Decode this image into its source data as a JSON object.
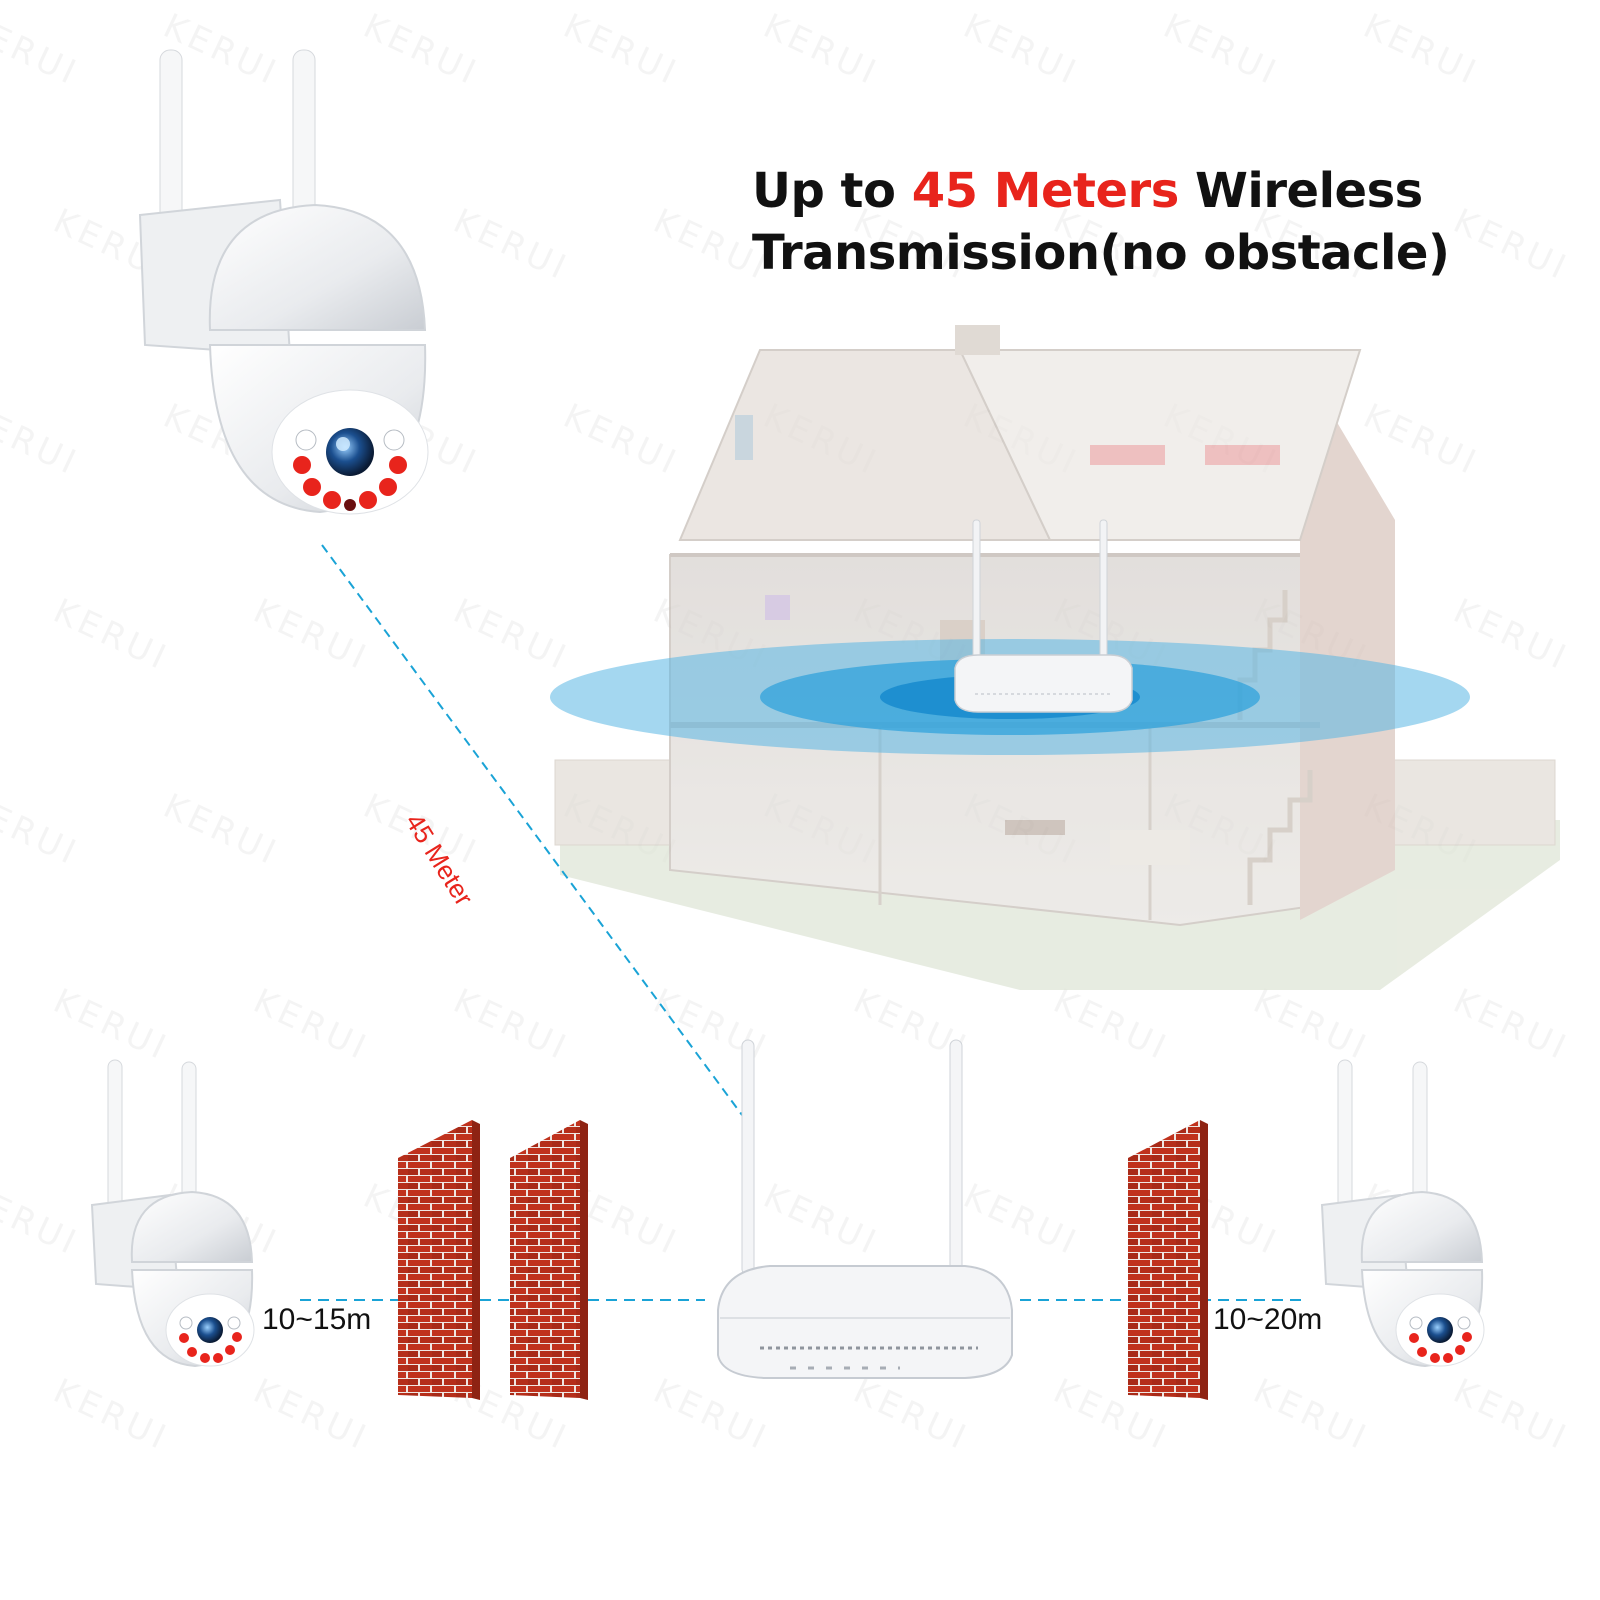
{
  "headline": {
    "prefix": "Up to ",
    "highlight": "45 Meters",
    "suffix": " Wireless",
    "line2": "Transmission(no obstacle)"
  },
  "labels": {
    "diagonal_distance": "45 Meter",
    "left_distance": "10~15m",
    "right_distance": "10~20m"
  },
  "watermark": "KERUI",
  "colors": {
    "accent_red": "#e8241c",
    "signal_blue": "#1aa3d6",
    "brick_red": "#c0321d",
    "device_white": "#f4f5f7"
  }
}
